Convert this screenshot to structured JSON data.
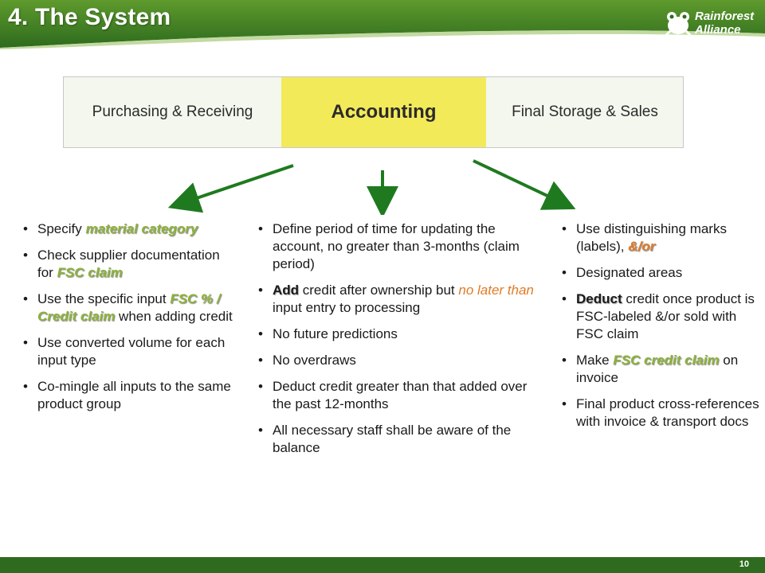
{
  "header": {
    "title": "4. The System",
    "logo_text_line1": "Rainforest",
    "logo_text_line2": "Alliance",
    "logo_icon": "frog-icon"
  },
  "colors": {
    "header_green": "#2e6b1e",
    "header_light": "#6fa03c",
    "highlight_yellow": "#f3ea5a",
    "arrow_green": "#1f7a1f",
    "emphasis_green": "#8db33a",
    "emphasis_orange": "#e07b28"
  },
  "process": {
    "stage1": "Purchasing & Receiving",
    "stage2": "Accounting",
    "stage3": "Final Storage & Sales"
  },
  "left": {
    "i1_pre": "Specify ",
    "i1_em": "material category",
    "i2_pre": "Check supplier documentation for ",
    "i2_em": "FSC claim",
    "i3_pre": "Use the specific input ",
    "i3_em": "FSC % / Credit claim",
    "i3_post": " when adding credit",
    "i4": "Use converted volume for each input type",
    "i5": "Co-mingle all inputs to the same product group"
  },
  "middle": {
    "i1": "Define period of time for updating the account, no greater than 3-months (claim period)",
    "i2_bold": "Add",
    "i2_mid": " credit after ownership but ",
    "i2_em": "no later than",
    "i2_post": " input entry to processing",
    "i3": "No future predictions",
    "i4": "No overdraws",
    "i5": "Deduct credit greater than that added over the past 12-months",
    "i6": "All necessary staff shall be aware of the balance"
  },
  "right": {
    "i1_pre": "Use distinguishing marks (labels), ",
    "i1_em": "&/or",
    "i2": "Designated areas",
    "i3_bold": "Deduct",
    "i3_post": " credit once product is FSC-labeled &/or sold with FSC claim",
    "i4_pre": "Make ",
    "i4_em": "FSC credit claim",
    "i4_post": " on invoice",
    "i5": "Final product cross-references with invoice & transport docs"
  },
  "footer": {
    "page_number": "10"
  }
}
